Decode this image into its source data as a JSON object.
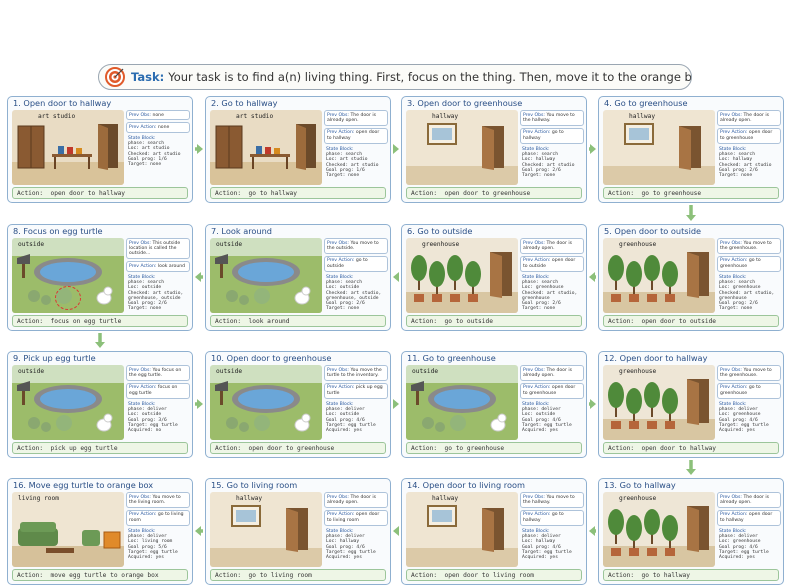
{
  "task": {
    "label": "Task:",
    "text": "Your task is to find a(n) living thing. First, focus on the thing. Then, move it to the orange box in the living room."
  },
  "steps": [
    {
      "title": "1. Open door to hallway",
      "scene": "art studio",
      "prev_obs": "none",
      "prev_action": "none",
      "state": [
        "phase: search",
        "Loc: art studio",
        "Checked: art studio",
        "Goal prog: 1/6",
        "Target: none"
      ],
      "action": "open door to hallway"
    },
    {
      "title": "2. Go to hallway",
      "scene": "art studio",
      "prev_obs": "The door is already open.",
      "prev_action": "open door to hallway",
      "state": [
        "phase: search",
        "Loc: art studio",
        "Checked: art studio",
        "Goal prog: 1/6",
        "Target: none"
      ],
      "action": "go to hallway"
    },
    {
      "title": "3. Open door to greenhouse",
      "scene": "hallway",
      "prev_obs": "You move to the hallway.",
      "prev_action": "go to hallway",
      "state": [
        "phase: search",
        "Loc: hallway",
        "Checked: art studio",
        "Goal prog: 2/6",
        "Target: none"
      ],
      "action": "open door to greenhouse"
    },
    {
      "title": "4. Go to greenhouse",
      "scene": "hallway",
      "prev_obs": "The door is already open.",
      "prev_action": "open door to greenhouse",
      "state": [
        "phase: search",
        "Loc: hallway",
        "Checked: art studio",
        "Goal prog: 2/6",
        "Target: none"
      ],
      "action": "go to greenhouse"
    },
    {
      "title": "5. Open door to outside",
      "scene": "greenhouse",
      "prev_obs": "You move to the greenhouse.",
      "prev_action": "go to greenhouse",
      "state": [
        "phase: search",
        "Loc: greenhouse",
        "Checked: art studio, greenhouse",
        "Goal prog: 2/6",
        "Target: none"
      ],
      "action": "open door to outside"
    },
    {
      "title": "6. Go to outside",
      "scene": "greenhouse",
      "prev_obs": "The door is already open.",
      "prev_action": "open door to outside",
      "state": [
        "phase: search",
        "Loc: greenhouse",
        "Checked: art studio, greenhouse",
        "Goal prog: 2/6",
        "Target: none"
      ],
      "action": "go to outside"
    },
    {
      "title": "7. Look around",
      "scene": "outside",
      "prev_obs": "You move to the outside.",
      "prev_action": "go to outside",
      "state": [
        "phase: search",
        "Loc: outside",
        "Checked: art studio, greenhouse, outside",
        "Goal prog: 2/6",
        "Target: none"
      ],
      "action": "look around"
    },
    {
      "title": "8. Focus on egg turtle",
      "scene": "outside",
      "prev_obs": "This outside location is called the outside...",
      "prev_action": "look around",
      "state": [
        "phase: search",
        "Loc: outside",
        "Checked: art studio, greenhouse, outside",
        "Goal prog: 2/6",
        "Target: none"
      ],
      "action": "focus on egg turtle"
    },
    {
      "title": "9. Pick up egg turtle",
      "scene": "outside",
      "prev_obs": "You focus on the egg turtle.",
      "prev_action": "focus on egg turtle",
      "state": [
        "phase: deliver",
        "Loc: outside",
        "Goal prog: 3/6",
        "Target: egg turtle",
        "Acquired: no"
      ],
      "action": "pick up egg turtle"
    },
    {
      "title": "10. Open door to greenhouse",
      "scene": "outside",
      "prev_obs": "You move the turtle to the inventory.",
      "prev_action": "pick up egg turtle",
      "state": [
        "phase: deliver",
        "Loc: outside",
        "Goal prog: 4/6",
        "Target: egg turtle",
        "Acquired: yes"
      ],
      "action": "open door to greenhouse"
    },
    {
      "title": "11. Go to greenhouse",
      "scene": "outside",
      "prev_obs": "The door is already open.",
      "prev_action": "open door to greenhouse",
      "state": [
        "phase: deliver",
        "Loc: outside",
        "Goal prog: 4/6",
        "Target: egg turtle",
        "Acquired: yes"
      ],
      "action": "go to greenhouse"
    },
    {
      "title": "12. Open door to hallway",
      "scene": "greenhouse",
      "prev_obs": "You move to the greenhouse.",
      "prev_action": "go to greenhouse",
      "state": [
        "phase: deliver",
        "Loc: greenhouse",
        "Goal prog: 4/6",
        "Target: egg turtle",
        "Acquired: yes"
      ],
      "action": "open door to hallway"
    },
    {
      "title": "13. Go to hallway",
      "scene": "greenhouse",
      "prev_obs": "The door is already open.",
      "prev_action": "open door to hallway",
      "state": [
        "phase: deliver",
        "Loc: greenhouse",
        "Goal prog: 4/6",
        "Target: egg turtle",
        "Acquired: yes"
      ],
      "action": "go to hallway"
    },
    {
      "title": "14. Open door to living room",
      "scene": "hallway",
      "prev_obs": "You move to the hallway.",
      "prev_action": "go to hallway",
      "state": [
        "phase: deliver",
        "Loc: hallway",
        "Goal prog: 4/6",
        "Target: egg turtle",
        "Acquired: yes"
      ],
      "action": "open door to living room"
    },
    {
      "title": "15. Go to living room",
      "scene": "hallway",
      "prev_obs": "The door is already open.",
      "prev_action": "open door to living room",
      "state": [
        "phase: deliver",
        "Loc: hallway",
        "Goal prog: 4/6",
        "Target: egg turtle",
        "Acquired: yes"
      ],
      "action": "go to living room"
    },
    {
      "title": "16. Move egg turtle to orange box",
      "scene": "living room",
      "prev_obs": "You move to the living room.",
      "prev_action": "go to living room",
      "state": [
        "phase: deliver",
        "Loc: living room",
        "Goal prog: 5/6",
        "Target: egg turtle",
        "Acquired: yes"
      ],
      "action": "move egg turtle to orange box"
    }
  ],
  "labels": {
    "prev_obs": "Prev Obs:",
    "prev_action": "Prev Action:",
    "state": "State Block:",
    "action": "Action:"
  }
}
